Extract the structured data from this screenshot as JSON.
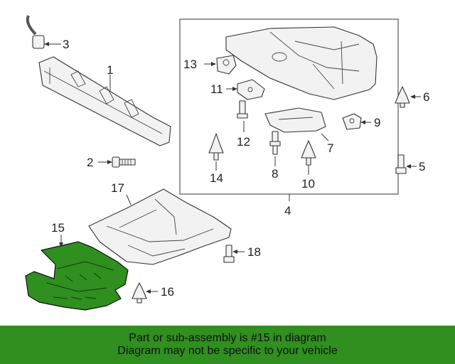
{
  "callouts": {
    "c1": "1",
    "c2": "2",
    "c3": "3",
    "c4": "4",
    "c5": "5",
    "c6": "6",
    "c7": "7",
    "c8": "8",
    "c9": "9",
    "c10": "10",
    "c11": "11",
    "c12": "12",
    "c13": "13",
    "c14": "14",
    "c15": "15",
    "c16": "16",
    "c17": "17",
    "c18": "18"
  },
  "banner": {
    "line1": "Part or sub-assembly is #15 in diagram",
    "line2": "Diagram may not be specific to your vehicle"
  },
  "colors": {
    "highlight": "#2f8f1f",
    "banner_bg": "#2f8f1f"
  }
}
